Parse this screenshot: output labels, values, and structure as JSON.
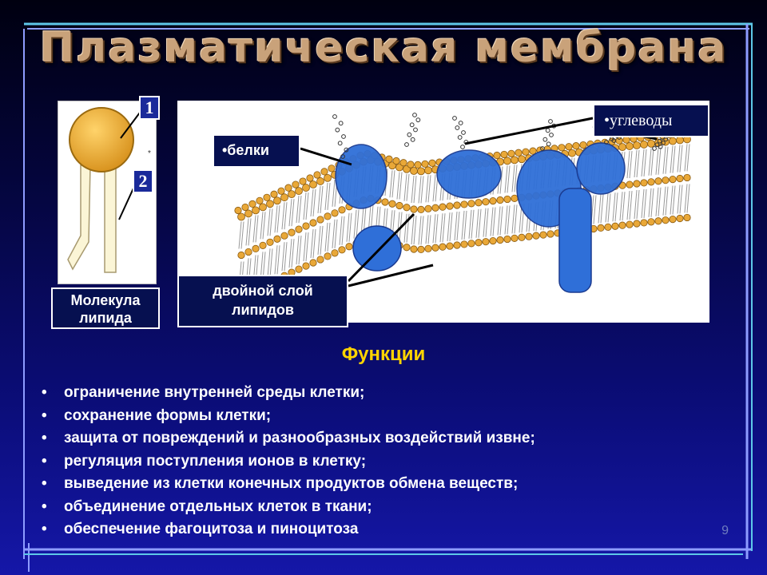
{
  "slide": {
    "title": "Плазматическая мембрана",
    "lipid_label_line1": "Молекула",
    "lipid_label_line2": "липида",
    "badge_1": "1",
    "badge_2": "2",
    "proteins_label": "•белки",
    "carbs_label": "•углеводы",
    "bilayer_label_line1": "двойной слой",
    "bilayer_label_line2": "липидов",
    "functions_heading": "Функции",
    "bullet": "•",
    "functions": [
      "ограничение внутренней среды клетки;",
      "сохранение формы клетки;",
      "защита от повреждений и разнообразных воздействий извне;",
      "регуляция поступления ионов в клетку;",
      "выведение из клетки конечных продуктов обмена веществ;",
      "объединение отдельных клеток в ткани;",
      "обеспечение фагоцитоза и пиноцитоза"
    ],
    "page_number": "9"
  },
  "colors": {
    "title": "#c9a27a",
    "heading": "#ffd400",
    "lipid_head": "#e9a838",
    "protein": "#2f6fd8",
    "label_box": "#061050"
  }
}
